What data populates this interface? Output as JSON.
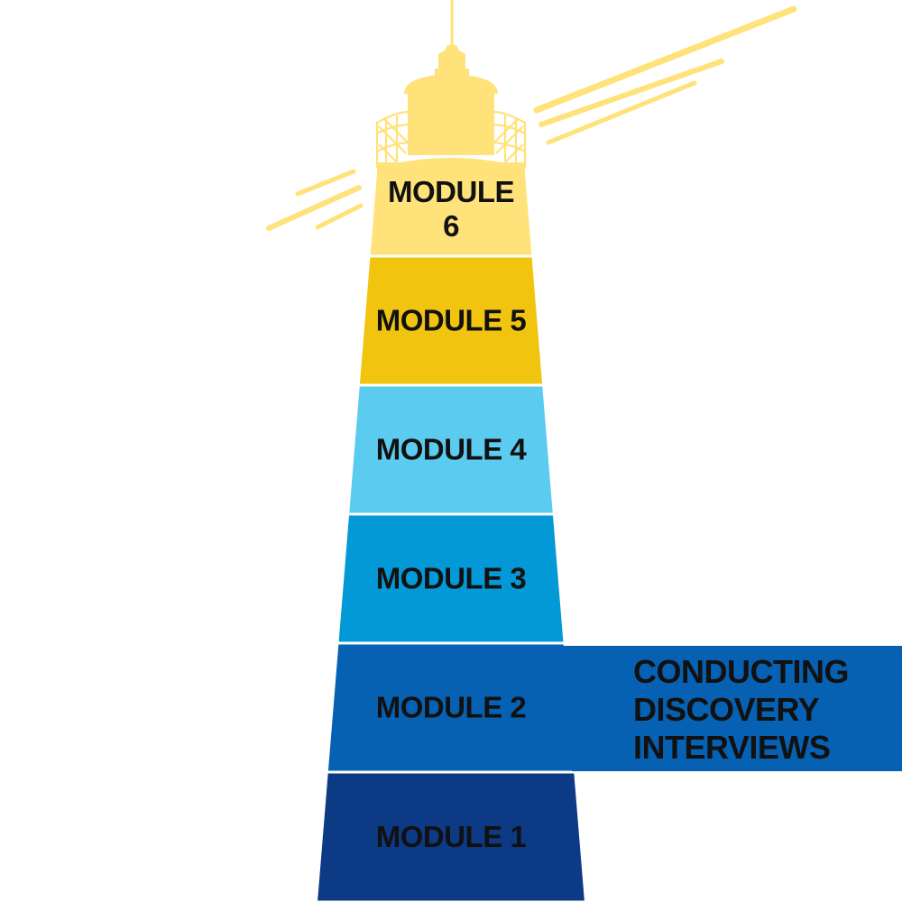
{
  "modules": [
    {
      "id": "module-6",
      "lines": [
        "MODULE",
        "6"
      ],
      "color": "#FFE27A"
    },
    {
      "id": "module-5",
      "lines": [
        "MODULE 5"
      ],
      "color": "#F1C40F"
    },
    {
      "id": "module-4",
      "lines": [
        "MODULE 4"
      ],
      "color": "#5BCBEF"
    },
    {
      "id": "module-3",
      "lines": [
        "MODULE 3"
      ],
      "color": "#0399D6"
    },
    {
      "id": "module-2",
      "lines": [
        "MODULE 2"
      ],
      "color": "#0761B3"
    },
    {
      "id": "module-1",
      "lines": [
        "MODULE 1"
      ],
      "color": "#0C3A85"
    }
  ],
  "callout": {
    "lines": [
      "CONDUCTING",
      "DISCOVERY",
      "INTERVIEWS"
    ],
    "color": "#0761B3"
  },
  "colors": {
    "background": "#FFFFFF",
    "lantern": "#FFE27A",
    "light_rays": "#FFE27A",
    "band_divider": "#FFFFFF"
  }
}
